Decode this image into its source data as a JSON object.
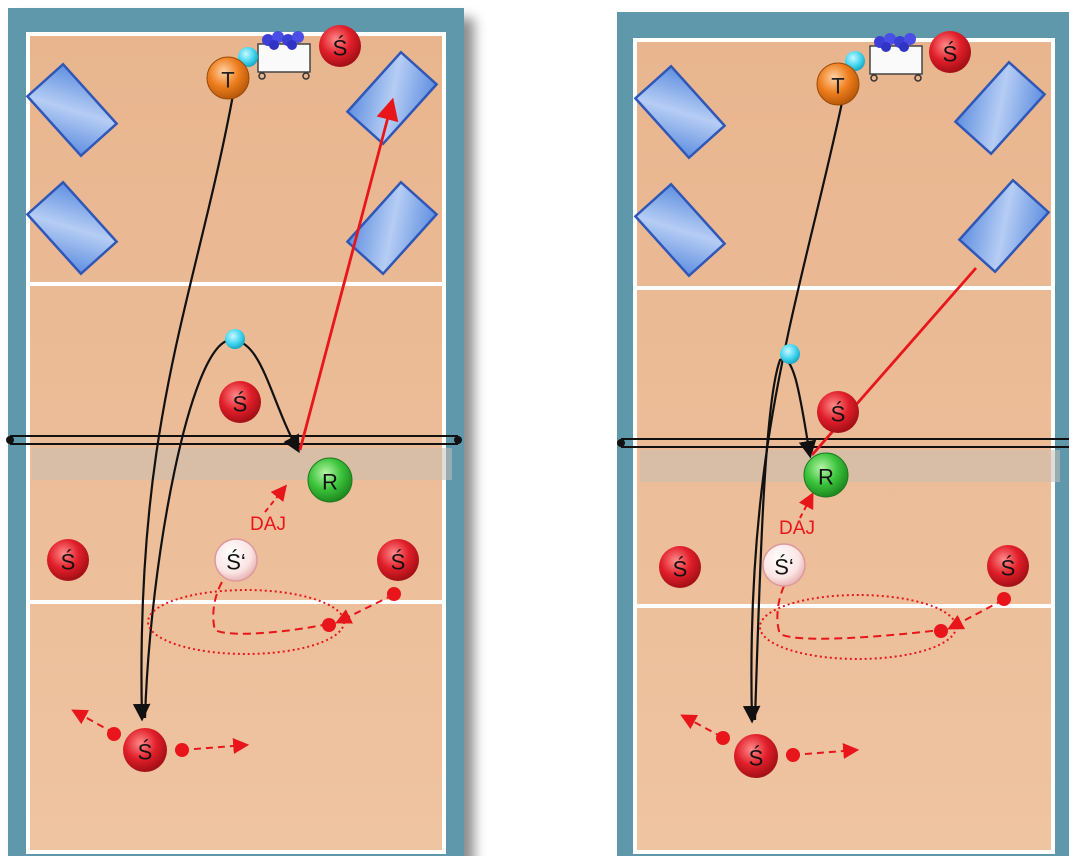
{
  "panels": [
    {
      "id": "left",
      "labels": {
        "coach": "T",
        "setter_top": "Ś",
        "setter_net": "Ś",
        "receiver": "R",
        "command": "DAJ",
        "setter_ghost": "Ś‘",
        "player_left": "Ś",
        "player_right": "Ś",
        "player_bottom": "Ś"
      }
    },
    {
      "id": "right",
      "labels": {
        "coach": "T",
        "setter_top": "Ś",
        "setter_net": "Ś",
        "receiver": "R",
        "command": "DAJ",
        "setter_ghost": "Ś‘",
        "player_left": "Ś",
        "player_right": "Ś",
        "player_bottom": "Ś"
      }
    }
  ],
  "colors": {
    "frame": "#5f97ab",
    "court_light": "#efc7a5",
    "court_dark": "#e8b58e",
    "court_line": "#ffffff",
    "mat": "#7fa6e6",
    "player_red": "#e11f2a",
    "player_green": "#3cc43c",
    "player_orange": "#ef7e1d",
    "ball": "#44d6f0",
    "path_black": "#111111",
    "path_red": "#e8161b"
  },
  "icons": [
    "ball-cart-icon",
    "ball-icon",
    "mat-icon",
    "net-icon"
  ]
}
